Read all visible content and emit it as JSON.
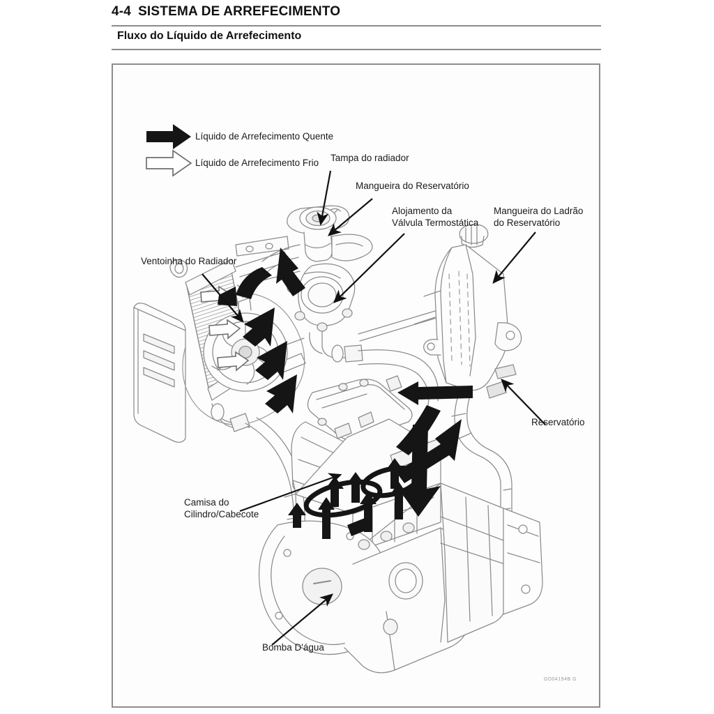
{
  "page": {
    "section_number": "4-4",
    "section_title": "SISTEMA DE ARREFECIMENTO",
    "subsection_title": "Fluxo do Líquido de Arrefecimento",
    "figure_code": "GD04194B  G"
  },
  "legend": {
    "hot": {
      "icon": "solid-arrow-icon",
      "label": "Líquido de Arrefecimento Quente",
      "color": "#1a1a1a"
    },
    "cold": {
      "icon": "outline-arrow-icon",
      "label": "Líquido de Arrefecimento Frio",
      "color": "#ffffff"
    }
  },
  "callouts": [
    {
      "id": "radiator-cap",
      "label": "Tampa do radiador"
    },
    {
      "id": "reservoir-hose",
      "label": "Mangueira do Reservatório"
    },
    {
      "id": "thermostat-housing",
      "label": "Alojamento da\nVálvula Termostática"
    },
    {
      "id": "overflow-hose",
      "label": "Mangueira do Ladrão\ndo Reservatório"
    },
    {
      "id": "radiator-fan",
      "label": "Ventoinha do Radiador"
    },
    {
      "id": "reservoir",
      "label": "Reservatório"
    },
    {
      "id": "cylinder-jacket",
      "label": "Camisa do\nCilindro/Cabecote"
    },
    {
      "id": "water-pump",
      "label": "Bomba D'água"
    }
  ],
  "colors": {
    "rule": "#8a8a8a",
    "frame": "#8d8d8d",
    "line_art": "#8b8b8b",
    "line_art_dark": "#6e6e6e",
    "flow_hot": "#1a1a1a",
    "flow_cold_fill": "#ffffff",
    "figure_background": "#fdfdfd",
    "text": "#1a1a1a"
  }
}
